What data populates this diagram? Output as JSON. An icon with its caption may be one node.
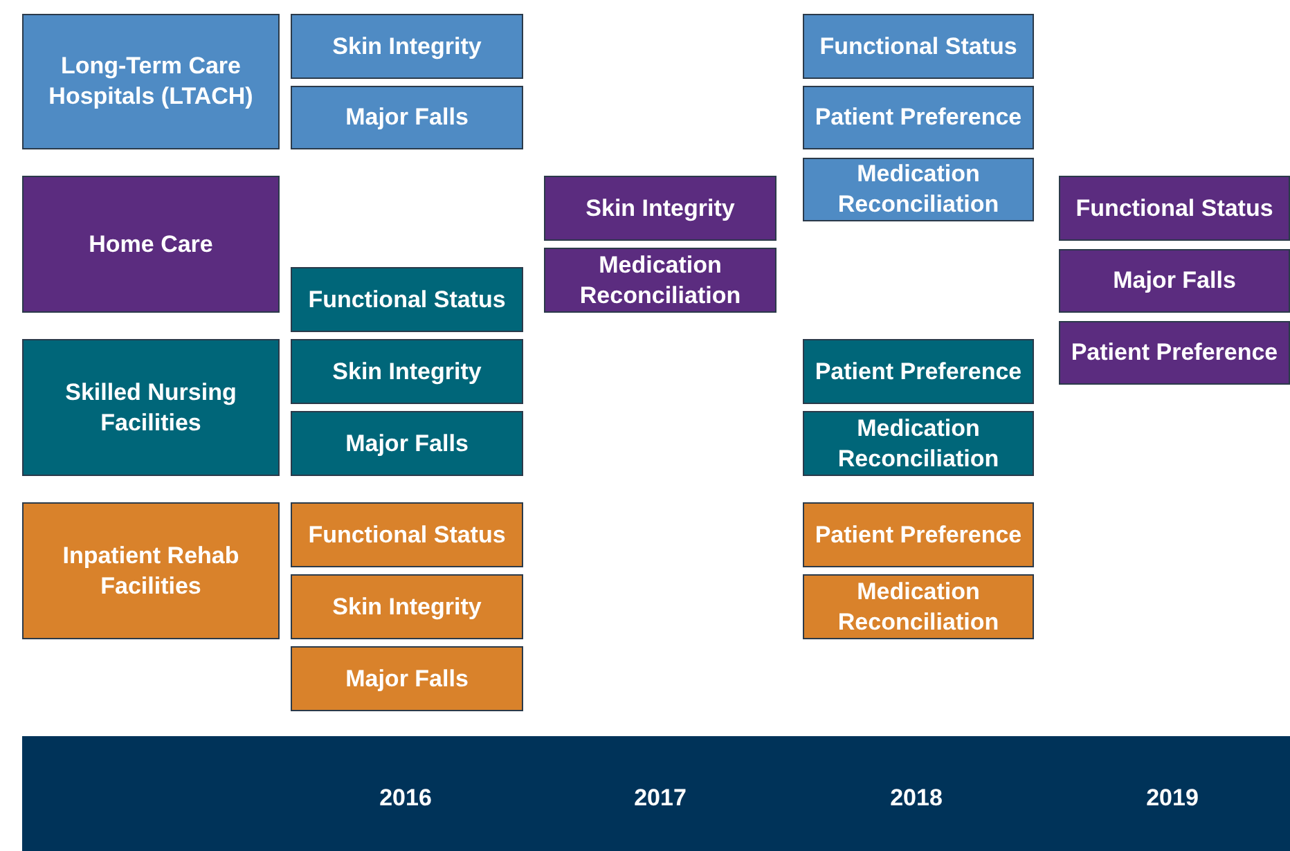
{
  "diagram": {
    "nodes": [
      {
        "text": [
          "Long-Term Care Hospitals (LTACH)"
        ]
      },
      {
        "text": [
          "Skin Integrity"
        ]
      },
      {
        "text": [
          "Major Falls"
        ]
      },
      {
        "text": [
          "Functional Status"
        ]
      },
      {
        "text": [
          "Patient Preference"
        ]
      },
      {
        "text": [
          "Medication Reconciliation"
        ]
      },
      {
        "text": [
          "Home Care"
        ]
      },
      {
        "text": [
          "Skin Integrity"
        ]
      },
      {
        "text": [
          "Medication Reconciliation"
        ]
      },
      {
        "text": [
          "Functional Status"
        ]
      },
      {
        "text": [
          "Major Falls"
        ]
      },
      {
        "text": [
          "Patient Preference"
        ]
      },
      {
        "text": [
          "Skilled Nursing Facilities"
        ]
      },
      {
        "text": [
          "Functional Status"
        ]
      },
      {
        "text": [
          "Skin Integrity"
        ]
      },
      {
        "text": [
          "Major Falls"
        ]
      },
      {
        "text": [
          "Patient Preference"
        ]
      },
      {
        "text": [
          "Medication Reconciliation"
        ]
      },
      {
        "text": [
          "Inpatient Rehab Facilities"
        ]
      },
      {
        "text": [
          "Functional Status"
        ]
      },
      {
        "text": [
          "Skin Integrity"
        ]
      },
      {
        "text": [
          "Major Falls"
        ]
      },
      {
        "text": [
          "Patient Preference"
        ]
      },
      {
        "text": [
          "Medication Reconciliation"
        ]
      },
      {
        "text": [
          "2016",
          "2017",
          "2018",
          "2019"
        ]
      }
    ],
    "edges": []
  }
}
